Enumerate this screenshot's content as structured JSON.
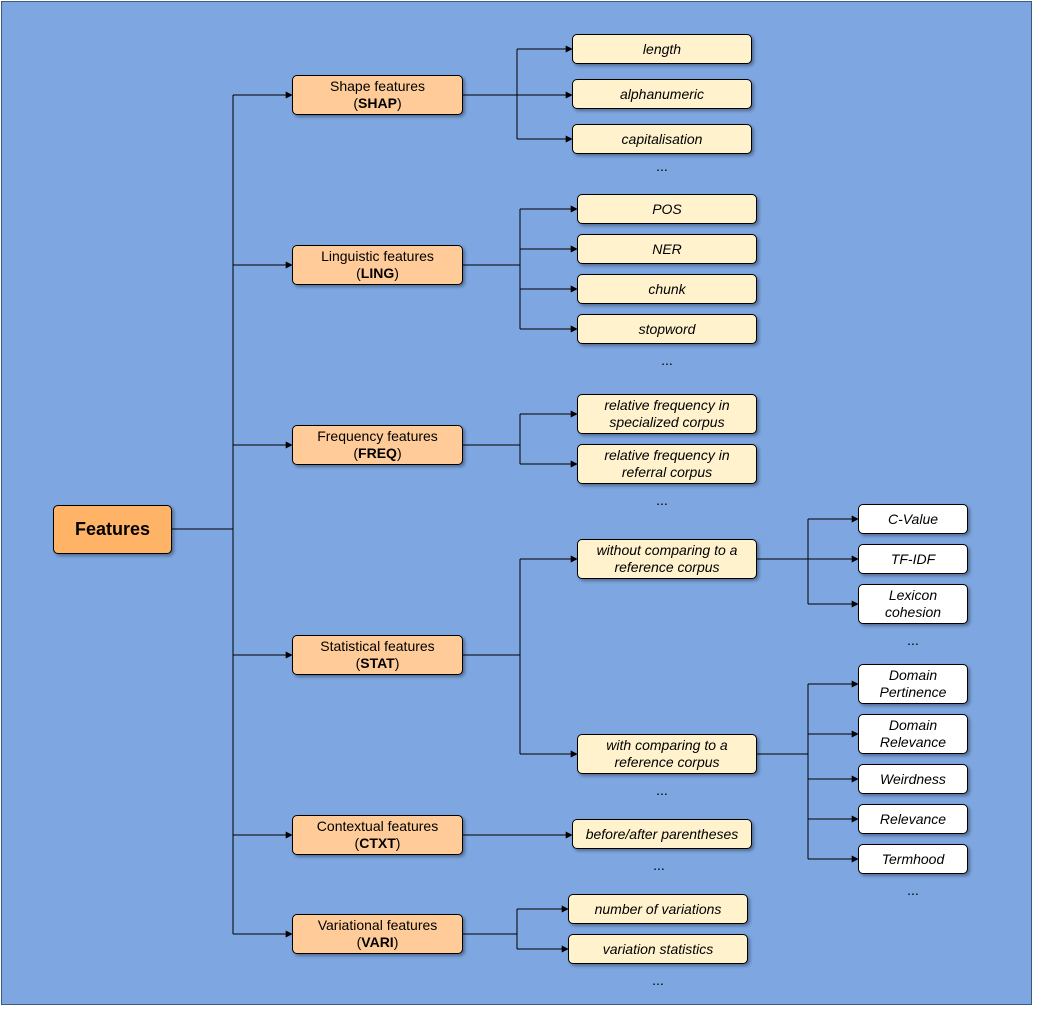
{
  "root": {
    "label": "Features"
  },
  "ellipsis": "...",
  "categories": {
    "shap": {
      "name": "Shape features",
      "code": "SHAP",
      "items": [
        "length",
        "alphanumeric",
        "capitalisation"
      ]
    },
    "ling": {
      "name": "Linguistic features",
      "code": "LING",
      "items": [
        "POS",
        "NER",
        "chunk",
        "stopword"
      ]
    },
    "freq": {
      "name": "Frequency features",
      "code": "FREQ",
      "items": [
        "relative frequency in specialized corpus",
        "relative frequency in referral corpus"
      ]
    },
    "stat": {
      "name": "Statistical features",
      "code": "STAT",
      "groups": [
        {
          "label": "without comparing to a reference corpus",
          "items": [
            "C-Value",
            "TF-IDF",
            "Lexicon cohesion"
          ]
        },
        {
          "label": "with comparing to a reference corpus",
          "items": [
            "Domain Pertinence",
            "Domain Relevance",
            "Weirdness",
            "Relevance",
            "Termhood"
          ]
        }
      ]
    },
    "ctxt": {
      "name": "Contextual features",
      "code": "CTXT",
      "items": [
        "before/after parentheses"
      ]
    },
    "vari": {
      "name": "Variational features",
      "code": "VARI",
      "items": [
        "number of variations",
        "variation statistics"
      ]
    }
  }
}
